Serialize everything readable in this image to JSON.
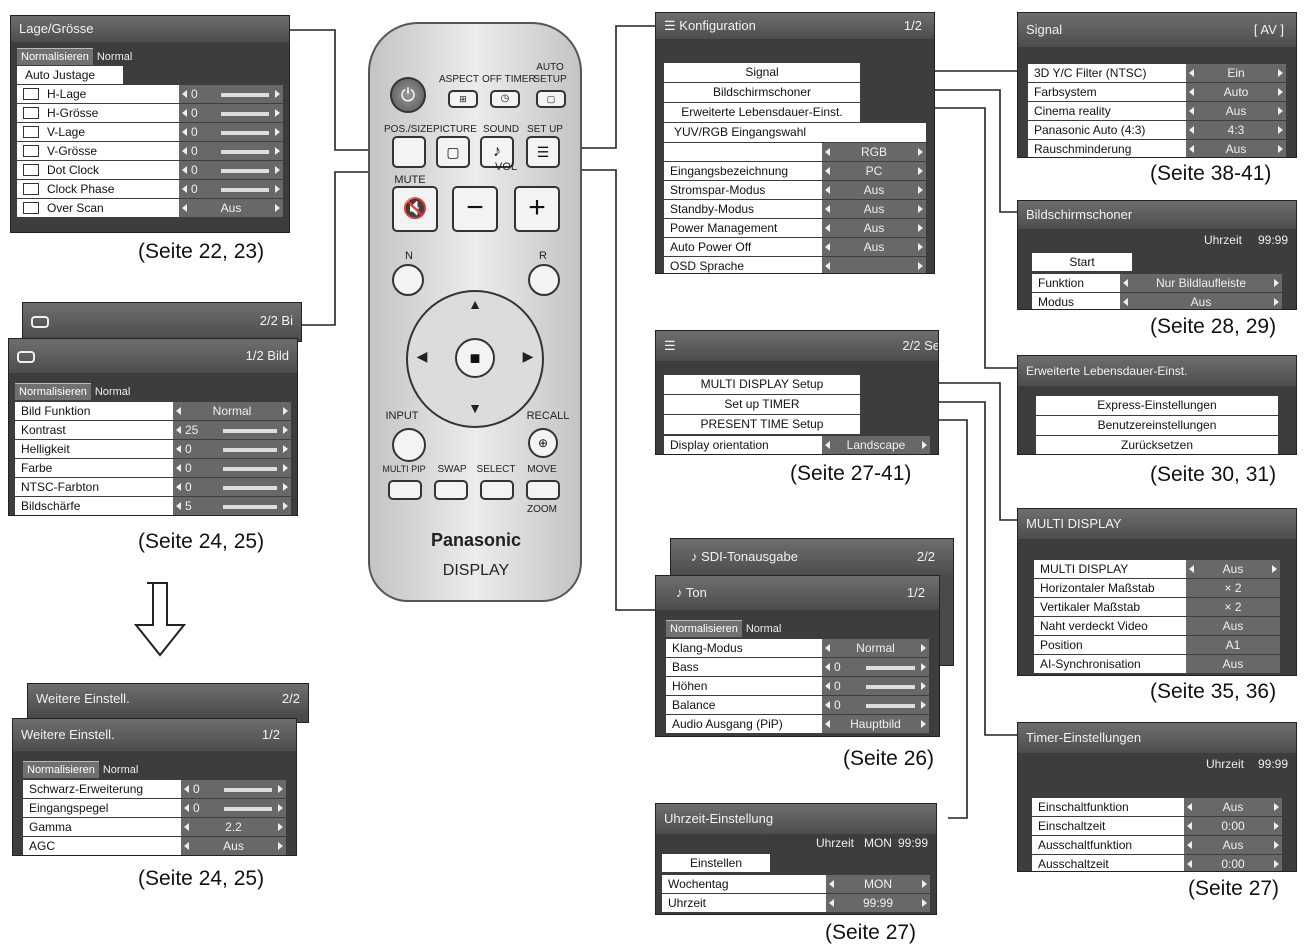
{
  "remote": {
    "aspect": "ASPECT",
    "offtimer": "OFF TIMER",
    "auto": "AUTO",
    "setup_top": "SETUP",
    "possize": "POS./SIZE",
    "picture": "PICTURE",
    "sound": "SOUND",
    "setup": "SET UP",
    "mute": "MUTE",
    "vol": "VOL",
    "minus": "−",
    "plus": "+",
    "n": "N",
    "r": "R",
    "input": "INPUT",
    "recall": "RECALL",
    "multipip": "MULTI PIP",
    "swap": "SWAP",
    "select": "SELECT",
    "move": "MOVE",
    "zoom": "ZOOM",
    "brand": "Panasonic",
    "display": "DISPLAY",
    "icons": [
      "power-icon",
      "aspect-icon",
      "off-timer-icon",
      "auto-setup-icon",
      "picture-icon",
      "sound-note-icon",
      "setup-menu-icon",
      "mute-icon",
      "arrow-up-icon",
      "arrow-left-icon",
      "arrow-right-icon",
      "arrow-down-icon",
      "stop-icon",
      "recall-icon"
    ]
  },
  "lage": {
    "title": "Lage/Grösse",
    "tab1": "Normalisieren",
    "tab2": "Normal",
    "auto": "Auto Justage",
    "rows": [
      [
        "H-Lage",
        "0"
      ],
      [
        "H-Grösse",
        "0"
      ],
      [
        "V-Lage",
        "0"
      ],
      [
        "V-Grösse",
        "0"
      ],
      [
        "Dot Clock",
        "0"
      ],
      [
        "Clock Phase",
        "0"
      ],
      [
        "Over Scan",
        "Aus"
      ]
    ],
    "caption": "(Seite 22, 23)"
  },
  "bild": {
    "back_title": "2/2 Bi",
    "title": "1/2 Bild",
    "tab1": "Normalisieren",
    "tab2": "Normal",
    "rows": [
      [
        "Bild Funktion",
        "Normal"
      ],
      [
        "Kontrast",
        "25"
      ],
      [
        "Helligkeit",
        "0"
      ],
      [
        "Farbe",
        "0"
      ],
      [
        "NTSC-Farbton",
        "0"
      ],
      [
        "Bildschärfe",
        "5"
      ]
    ],
    "caption": "(Seite 24, 25)"
  },
  "weitere": {
    "back_title": "Weitere Einstell.",
    "back_page": "2/2",
    "title": "Weitere Einstell.",
    "page": "1/2",
    "tab1": "Normalisieren",
    "tab2": "Normal",
    "rows": [
      [
        "Schwarz-Erweiterung",
        "0"
      ],
      [
        "Eingangspegel",
        "0"
      ],
      [
        "Gamma",
        "2.2"
      ],
      [
        "AGC",
        "Aus"
      ]
    ],
    "caption": "(Seite 24, 25)"
  },
  "konfig": {
    "title": "Konfiguration",
    "page": "1/2",
    "items": [
      "Signal",
      "Bildschirmschoner",
      "Erweiterte Lebensdauer-Einst.",
      "YUV/RGB Eingangswahl"
    ],
    "yuv_value": "RGB",
    "rows": [
      [
        "Eingangsbezeichnung",
        "PC"
      ],
      [
        "Stromspar-Modus",
        "Aus"
      ],
      [
        "Standby-Modus",
        "Aus"
      ],
      [
        "Power Management",
        "Aus"
      ],
      [
        "Auto Power Off",
        "Aus"
      ],
      [
        "OSD Sprache",
        ""
      ]
    ]
  },
  "konfig2": {
    "page": "2/2 Se",
    "items": [
      "MULTI DISPLAY Setup",
      "Set up TIMER",
      "PRESENT TIME Setup"
    ],
    "orient_label": "Display orientation",
    "orient_value": "Landscape",
    "caption": "(Seite 27-41)"
  },
  "ton": {
    "back_title": "SDI-Tonausgabe",
    "back_page": "2/2",
    "title": "Ton",
    "page": "1/2",
    "tab1": "Normalisieren",
    "tab2": "Normal",
    "rows": [
      [
        "Klang-Modus",
        "Normal"
      ],
      [
        "Bass",
        "0"
      ],
      [
        "Höhen",
        "0"
      ],
      [
        "Balance",
        "0"
      ],
      [
        "Audio Ausgang (PiP)",
        "Hauptbild"
      ]
    ],
    "caption": "(Seite 26)"
  },
  "uhrzeit": {
    "title": "Uhrzeit-Einstellung",
    "sub1": "Uhrzeit",
    "sub2": "MON",
    "sub3": "99:99",
    "button": "Einstellen",
    "rows": [
      [
        "Wochentag",
        "MON"
      ],
      [
        "Uhrzeit",
        "99:99"
      ]
    ],
    "caption": "(Seite 27)"
  },
  "signal": {
    "title": "Signal",
    "tag": "[ AV ]",
    "rows": [
      [
        "3D Y/C Filter (NTSC)",
        "Ein"
      ],
      [
        "Farbsystem",
        "Auto"
      ],
      [
        "Cinema reality",
        "Aus"
      ],
      [
        "Panasonic Auto (4:3)",
        "4:3"
      ],
      [
        "Rauschminderung",
        "Aus"
      ]
    ],
    "caption": "(Seite 38-41)"
  },
  "schoner": {
    "title": "Bildschirmschoner",
    "sub1": "Uhrzeit",
    "sub2": "99:99",
    "button": "Start",
    "rows": [
      [
        "Funktion",
        "Nur Bildlaufleiste"
      ],
      [
        "Modus",
        "Aus"
      ]
    ],
    "caption": "(Seite 28, 29)"
  },
  "lebens": {
    "title": "Erweiterte Lebensdauer-Einst.",
    "items": [
      "Express-Einstellungen",
      "Benutzereinstellungen",
      "Zurücksetzen"
    ],
    "caption": "(Seite 30, 31)"
  },
  "multi": {
    "title": "MULTI DISPLAY",
    "rows": [
      [
        "MULTI DISPLAY",
        "Aus"
      ],
      [
        "Horizontaler Maßstab",
        "× 2"
      ],
      [
        "Vertikaler Maßstab",
        "× 2"
      ],
      [
        "Naht verdeckt Video",
        "Aus"
      ],
      [
        "Position",
        "A1"
      ],
      [
        "AI-Synchronisation",
        "Aus"
      ]
    ],
    "caption": "(Seite 35, 36)"
  },
  "timer": {
    "title": "Timer-Einstellungen",
    "sub1": "Uhrzeit",
    "sub2": "99:99",
    "rows": [
      [
        "Einschaltfunktion",
        "Aus"
      ],
      [
        "Einschaltzeit",
        "0:00"
      ],
      [
        "Ausschaltfunktion",
        "Aus"
      ],
      [
        "Ausschaltzeit",
        "0:00"
      ]
    ],
    "caption": "(Seite 27)"
  }
}
